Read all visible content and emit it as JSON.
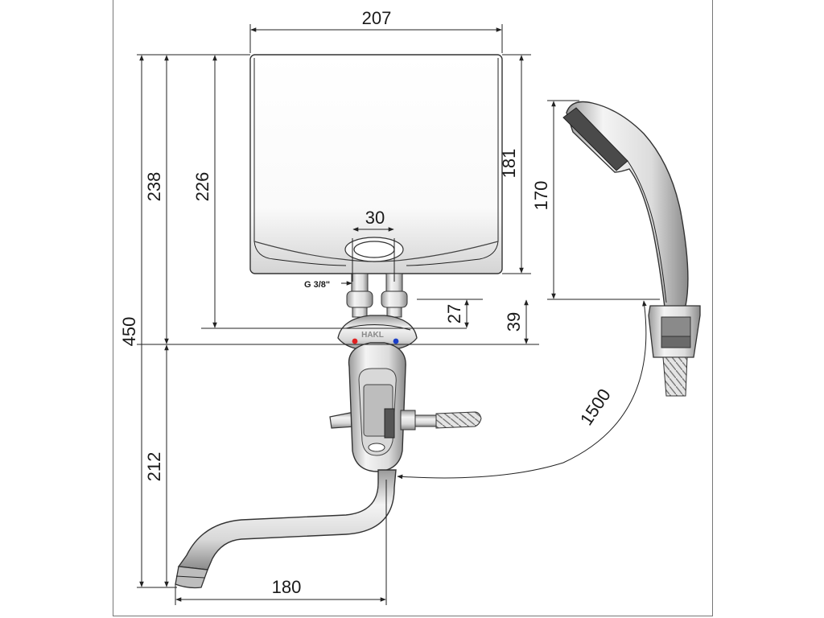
{
  "dimensions": {
    "heater_width": "207",
    "connection_spacing": "30",
    "thread": "G 3/8\"",
    "heater_height_right": "181",
    "shower_height": "170",
    "height_238": "238",
    "height_226": "226",
    "total_height": "450",
    "mixer_offset_27": "27",
    "mixer_offset_39": "39",
    "lower_height": "212",
    "spout_length": "180",
    "hose_length": "1500"
  },
  "brand_logo": "HAKL",
  "colors": {
    "hot": "#e02020",
    "cold": "#1a3ec8",
    "outline": "#333333"
  }
}
